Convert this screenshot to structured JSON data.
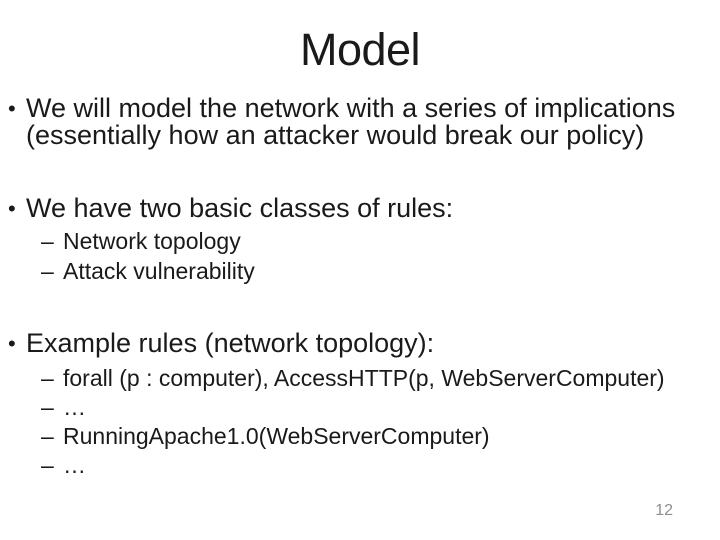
{
  "slide": {
    "title": "Model",
    "bullet_markers": {
      "level1": "•",
      "level2": "–"
    },
    "bullets": [
      {
        "text": "We will model the network with a series of implications (essentially how an attacker would break our policy)",
        "sub": []
      },
      {
        "text": "We have two basic classes of rules:",
        "sub": [
          "Network topology",
          "Attack vulnerability"
        ]
      },
      {
        "text": "Example rules (network topology):",
        "sub": [
          "forall (p : computer), AccessHTTP(p, WebServerComputer)",
          "…",
          "RunningApache1.0(WebServerComputer)",
          "…"
        ]
      }
    ],
    "page_number": "12",
    "colors": {
      "background": "#ffffff",
      "text": "#1a1a1a",
      "page_number": "#8e8e8e"
    }
  }
}
